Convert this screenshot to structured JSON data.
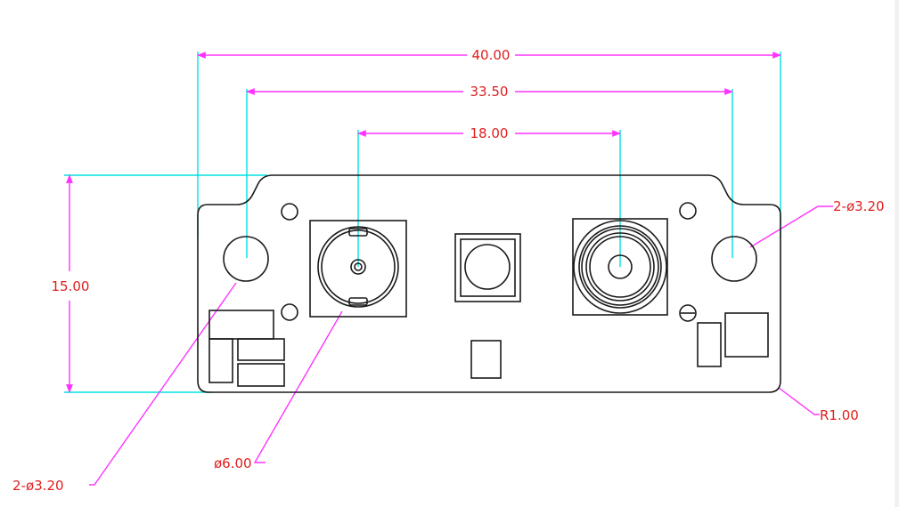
{
  "colors": {
    "outline": "#1a1a1a",
    "dimension_line": "#ff33ff",
    "extension_line": "#00e0e0",
    "dimension_text": "#e01f1f"
  },
  "dimensions": {
    "overall_width": "40.00",
    "hole_spacing": "33.50",
    "lens_spacing": "18.00",
    "height": "15.00"
  },
  "callouts": {
    "hole_right": "2-ø3.20",
    "hole_left": "2-ø3.20",
    "lens_diameter": "ø6.00",
    "corner_radius": "R1.00"
  }
}
